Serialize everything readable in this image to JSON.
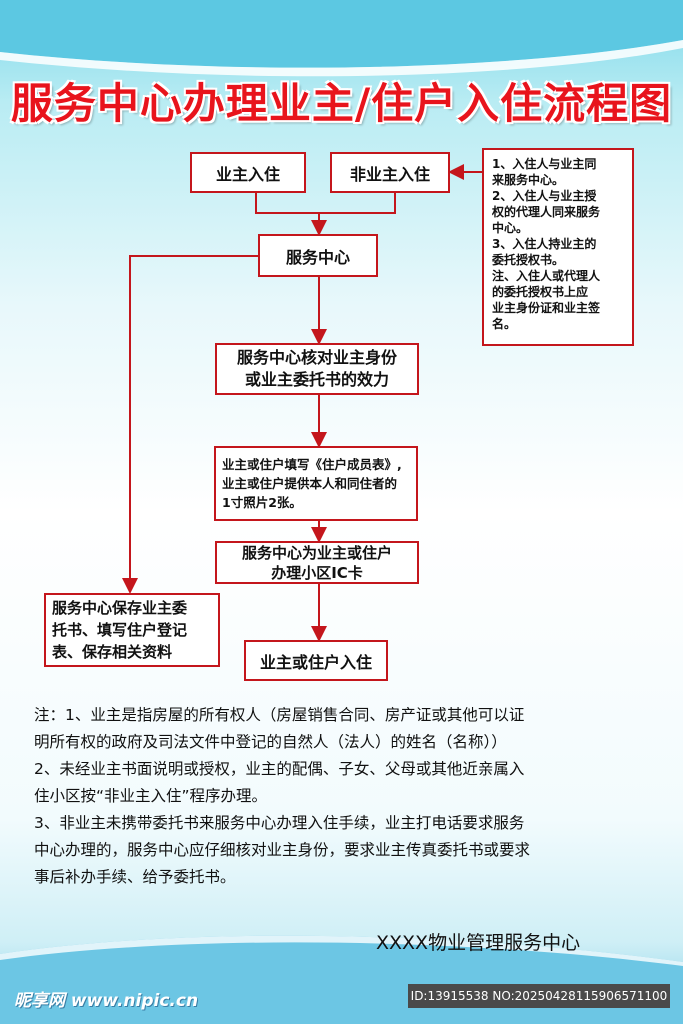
{
  "title": "服务中心办理业主/住户入住流程图",
  "flow": {
    "owner_checkin": "业主入住",
    "non_owner_checkin": "非业主入住",
    "service_center": "服务中心",
    "verify": [
      "服务中心核对业主身份",
      "或业主委托书的效力"
    ],
    "fill_form": [
      "业主或住户填写《住户成员表》,",
      "业主或住户提供本人和同住者的",
      "1寸照片2张。"
    ],
    "ic_card": [
      "服务中心为业主或住户",
      "办理小区IC卡"
    ],
    "keep_docs": [
      "服务中心保存业主委",
      "托书、填写住户登记",
      "表、保存相关资料"
    ],
    "final": "业主或住户入住"
  },
  "side_note": [
    "1、入住人与业主同",
    "来服务中心。",
    "2、入住人与业主授",
    "权的代理人同来服务",
    "中心。",
    "3、入住人持业主的",
    "委托授权书。",
    "注、入住人或代理人",
    "的委托授权书上应",
    "业主身份证和业主签",
    "名。"
  ],
  "notes": [
    "注：1、业主是指房屋的所有权人（房屋销售合同、房产证或其他可以证",
    "明所有权的政府及司法文件中登记的自然人（法人）的姓名（名称））",
    "2、未经业主书面说明或授权，业主的配偶、子女、父母或其他近亲属入",
    "住小区按“非业主入住”程序办理。",
    "3、非业主未携带委托书来服务中心办理入住手续，业主打电话要求服务",
    "中心办理的，服务中心应仔细核对业主身份，要求业主传真委托书或要求",
    "事后补办手续、给予委托书。"
  ],
  "org": "XXXX物业管理服务中心",
  "watermark": "昵享网 www.nipic.cn",
  "image_id": "ID:13915538 NO:20250428115906571100",
  "colors": {
    "accent": "#c4161c",
    "title": "#e8141c",
    "sky": "#7fd9ea"
  }
}
